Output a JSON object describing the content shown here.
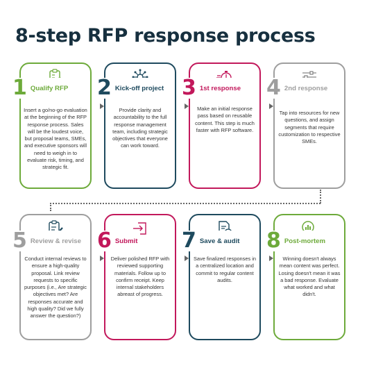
{
  "title": "8-step RFP response process",
  "colors": {
    "green": "#6daa3a",
    "navy": "#1e4a5e",
    "magenta": "#c2185b",
    "gray": "#9e9e9e"
  },
  "steps": [
    {
      "number": "1",
      "label": "Qualify RFP",
      "icon": "clipboard-gear-icon",
      "desc": "Insert a go/no-go evaluation at the beginning of the RFP response process. Sales will be the loudest voice, but proposal teams, SMEs, and executive sponsors will need to weigh in to evaluate risk, timing, and strategic fit."
    },
    {
      "number": "2",
      "label": "Kick-off project",
      "icon": "network-hub-icon",
      "desc": "Provide clarity and accountability to the full response management team, including strategic objectives that everyone can work toward."
    },
    {
      "number": "3",
      "label": "1st response",
      "icon": "stopwatch-speed-icon",
      "desc": "Make an initial response pass based on reusable content. This step is much faster with RFP software."
    },
    {
      "number": "4",
      "label": "2nd response",
      "icon": "sliders-icon",
      "desc": "Tap into resources for new questions, and assign segments that require customization to respective SMEs."
    },
    {
      "number": "5",
      "label": "Review & revise",
      "icon": "clipboard-pencil-icon",
      "desc": "Conduct internal reviews to ensure a high-quality proposal. Link review requests to specific purposes (i.e., Are strategic objectives met? Are responses accurate and high quality? Did we fully answer the question?)"
    },
    {
      "number": "6",
      "label": "Submit",
      "icon": "submit-arrow-icon",
      "desc": "Deliver polished RFP with reviewed supporting materials. Follow up to confirm receipt. Keep internal stakeholders abreast of progress."
    },
    {
      "number": "7",
      "label": "Save & audit",
      "icon": "document-check-icon",
      "desc": "Save finalized responses in a centralized location and commit to regular content audits."
    },
    {
      "number": "8",
      "label": "Post-mortem",
      "icon": "magnifier-chart-icon",
      "desc": "Winning doesn't always mean content was perfect. Losing doesn't mean it was a bad response. Evaluate what worked and what didn't."
    }
  ]
}
